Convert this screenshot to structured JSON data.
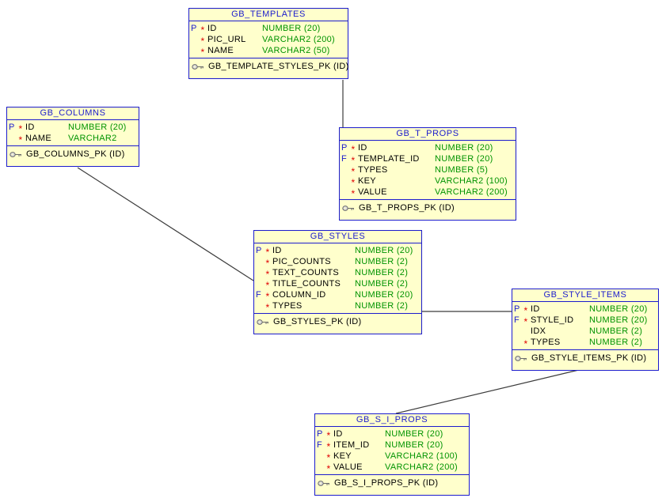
{
  "colors": {
    "table_fill": "#ffffcc",
    "table_border": "#1b1bcd",
    "title_text": "#1b1bcd",
    "flag_text": "#1b1bcd",
    "required_mark": "#e00000",
    "type_text": "#009300",
    "column_text": "#000000",
    "relationship_line": "#3c3c3c",
    "background": "#ffffff"
  },
  "tables": [
    {
      "title": "GB_TEMPLATES",
      "key": "GB_TEMPLATE_STYLES_PK (ID)",
      "columns": [
        {
          "flag": "P",
          "req": "*",
          "name": "ID",
          "type": "NUMBER (20)"
        },
        {
          "flag": "",
          "req": "*",
          "name": "PIC_URL",
          "type": "VARCHAR2 (200)"
        },
        {
          "flag": "",
          "req": "*",
          "name": "NAME",
          "type": "VARCHAR2 (50)"
        }
      ]
    },
    {
      "title": "GB_COLUMNS",
      "key": "GB_COLUMNS_PK (ID)",
      "columns": [
        {
          "flag": "P",
          "req": "*",
          "name": "ID",
          "type": "NUMBER (20)"
        },
        {
          "flag": "",
          "req": "*",
          "name": "NAME",
          "type": "VARCHAR2"
        }
      ]
    },
    {
      "title": "GB_T_PROPS",
      "key": "GB_T_PROPS_PK (ID)",
      "columns": [
        {
          "flag": "P",
          "req": "*",
          "name": "ID",
          "type": "NUMBER (20)"
        },
        {
          "flag": "F",
          "req": "*",
          "name": "TEMPLATE_ID",
          "type": "NUMBER (20)"
        },
        {
          "flag": "",
          "req": "*",
          "name": "TYPES",
          "type": "NUMBER (5)"
        },
        {
          "flag": "",
          "req": "*",
          "name": "KEY",
          "type": "VARCHAR2 (100)"
        },
        {
          "flag": "",
          "req": "*",
          "name": "VALUE",
          "type": "VARCHAR2 (200)"
        }
      ]
    },
    {
      "title": "GB_STYLES",
      "key": "GB_STYLES_PK (ID)",
      "columns": [
        {
          "flag": "P",
          "req": "*",
          "name": "ID",
          "type": "NUMBER (20)"
        },
        {
          "flag": "",
          "req": "*",
          "name": "PIC_COUNTS",
          "type": "NUMBER (2)"
        },
        {
          "flag": "",
          "req": "*",
          "name": "TEXT_COUNTS",
          "type": "NUMBER (2)"
        },
        {
          "flag": "",
          "req": "*",
          "name": "TITLE_COUNTS",
          "type": "NUMBER (2)"
        },
        {
          "flag": "F",
          "req": "*",
          "name": "COLUMN_ID",
          "type": "NUMBER (20)"
        },
        {
          "flag": "",
          "req": "*",
          "name": "TYPES",
          "type": "NUMBER (2)"
        }
      ]
    },
    {
      "title": "GB_STYLE_ITEMS",
      "key": "GB_STYLE_ITEMS_PK (ID)",
      "columns": [
        {
          "flag": "P",
          "req": "*",
          "name": "ID",
          "type": "NUMBER (20)"
        },
        {
          "flag": "F",
          "req": "*",
          "name": "STYLE_ID",
          "type": "NUMBER (20)"
        },
        {
          "flag": "",
          "req": "",
          "name": "IDX",
          "type": "NUMBER (2)"
        },
        {
          "flag": "",
          "req": "*",
          "name": "TYPES",
          "type": "NUMBER (2)"
        }
      ]
    },
    {
      "title": "GB_S_I_PROPS",
      "key": "GB_S_I_PROPS_PK (ID)",
      "columns": [
        {
          "flag": "P",
          "req": "*",
          "name": "ID",
          "type": "NUMBER (20)"
        },
        {
          "flag": "F",
          "req": "*",
          "name": "ITEM_ID",
          "type": "NUMBER (20)"
        },
        {
          "flag": "",
          "req": "*",
          "name": "KEY",
          "type": "VARCHAR2 (100)"
        },
        {
          "flag": "",
          "req": "*",
          "name": "VALUE",
          "type": "VARCHAR2 (200)"
        }
      ]
    }
  ],
  "relationships": [
    {
      "from": "GB_TEMPLATES",
      "to": "GB_T_PROPS"
    },
    {
      "from": "GB_COLUMNS",
      "to": "GB_STYLES"
    },
    {
      "from": "GB_STYLES",
      "to": "GB_STYLE_ITEMS"
    },
    {
      "from": "GB_STYLE_ITEMS",
      "to": "GB_S_I_PROPS"
    }
  ]
}
